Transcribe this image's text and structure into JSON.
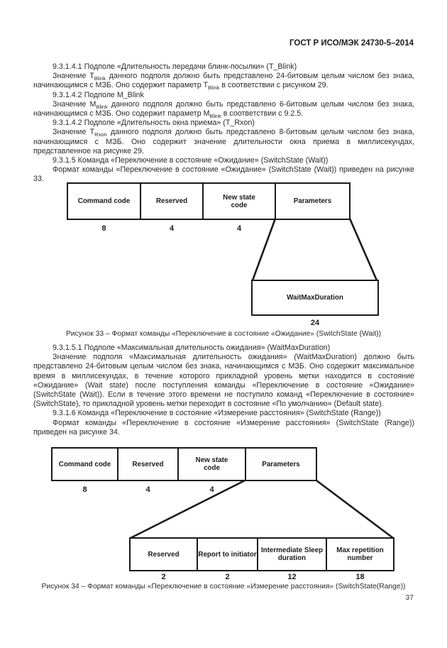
{
  "header": {
    "title": "ГОСТ Р ИСО/МЭК 24730-5–2014"
  },
  "footer": {
    "page_number": "37"
  },
  "text_block_1": [
    {
      "segments": [
        {
          "t": "9.3.1.4.1 Подполе «Длительность передачи блинк-посылки» (T_Blink)"
        }
      ]
    },
    {
      "segments": [
        {
          "t": "Значение T"
        },
        {
          "t": "Blink",
          "sub": true
        },
        {
          "t": " данного подполя должно быть представлено 24-битовым целым числом без знака, начинающимся с МЗБ. Оно содержит параметр T"
        },
        {
          "t": "Blink",
          "sub": true
        },
        {
          "t": " в соответствии с рисунком 29."
        }
      ]
    },
    {
      "segments": [
        {
          "t": "9.3.1.4.2 Подполе M_Blink"
        }
      ]
    },
    {
      "segments": [
        {
          "t": "Значение M"
        },
        {
          "t": "Blink",
          "sub": true
        },
        {
          "t": " данного подполя должно быть представлено 6-битовым целым числом без знака, начинающимся с МЗБ. Оно содержит параметр M"
        },
        {
          "t": "Blink",
          "sub": true
        },
        {
          "t": " в соответствии с 9.2.5."
        }
      ]
    },
    {
      "segments": [
        {
          "t": "9.3.1.4.2 Подполе «Длительность окна приема» (T_Rxon)"
        }
      ]
    },
    {
      "segments": [
        {
          "t": "Значение T"
        },
        {
          "t": "Rxon",
          "sub": true
        },
        {
          "t": " данного подполя должно быть представлено 8-битовым целым числом без знака, начинающимся с МЗБ. Оно содержит значение длительности окна приема в миллисекундах, представленное на рисунке 29."
        }
      ]
    },
    {
      "segments": [
        {
          "t": "9.3.1.5 Команда «Переключение в состояние «Ожидание» (SwitchState (Wait))"
        }
      ]
    },
    {
      "segments": [
        {
          "t": "Формат команды «Переключение в состояние «Ожидание» (SwitchState (Wait)) приведен на рисунке 33."
        }
      ]
    }
  ],
  "figure_33": {
    "caption": "Рисунок 33 – Формат команды «Переключение в состояние «Ожидание» (SwitchState (Wait))",
    "top_row": [
      {
        "label": "Command code",
        "bits": "8"
      },
      {
        "label": "Reserved",
        "bits": "4"
      },
      {
        "label": "New state code",
        "bits": "4"
      },
      {
        "label": "Parameters",
        "bits": ""
      }
    ],
    "detail_row": [
      {
        "label": "WaitMaxDuration",
        "bits": "24"
      }
    ]
  },
  "text_block_2": [
    {
      "segments": [
        {
          "t": "9.3.1.5.1 Подполе «Максимальная длительность ожидания» (WaitMaxDuration)"
        }
      ]
    },
    {
      "segments": [
        {
          "t": "Значение подполя «Максимальная длительность ожидания» (WaitMaxDuration) должно быть представлено 24-битовым целым числом без знака, начинающимся с МЗБ. Оно содержит максимальное время в миллисекундах, в течение которого прикладной уровень метки находится в состояние «Ожидание» (Wait state) после поступления команды «Переключение в состояние «Ожидание» (SwitchState (Wait)). Если в течение этого времени не поступило команд «Переключение в состояние» (SwitchState), то прикладной уровень метки переходит в состояние «По умолчанию» (Default state)."
        }
      ]
    },
    {
      "segments": [
        {
          "t": "9.3.1.6 Команда «Переключение в состояние «Измерение расстояния» (SwitchState (Range))"
        }
      ]
    },
    {
      "segments": [
        {
          "t": "Формат команды «Переключение в состояние «Измерение расстояния» (SwitchState (Range)) приведен на рисунке 34."
        }
      ]
    }
  ],
  "figure_34": {
    "caption": "Рисунок 34 – Формат команды «Переключение в состояние «Измерение расстояния» (SwitchState(Range))",
    "top_row": [
      {
        "label": "Command code",
        "bits": "8"
      },
      {
        "label": "Reserved",
        "bits": "4"
      },
      {
        "label": "New state code",
        "bits": "4"
      },
      {
        "label": "Parameters",
        "bits": ""
      }
    ],
    "detail_row": [
      {
        "label": "Reserved",
        "bits": "2"
      },
      {
        "label": "Report to initiator",
        "bits": "2"
      },
      {
        "label": "Intermediate Sleep duration",
        "bits": "12"
      },
      {
        "label": "Max repetition number",
        "bits": "18"
      }
    ]
  }
}
